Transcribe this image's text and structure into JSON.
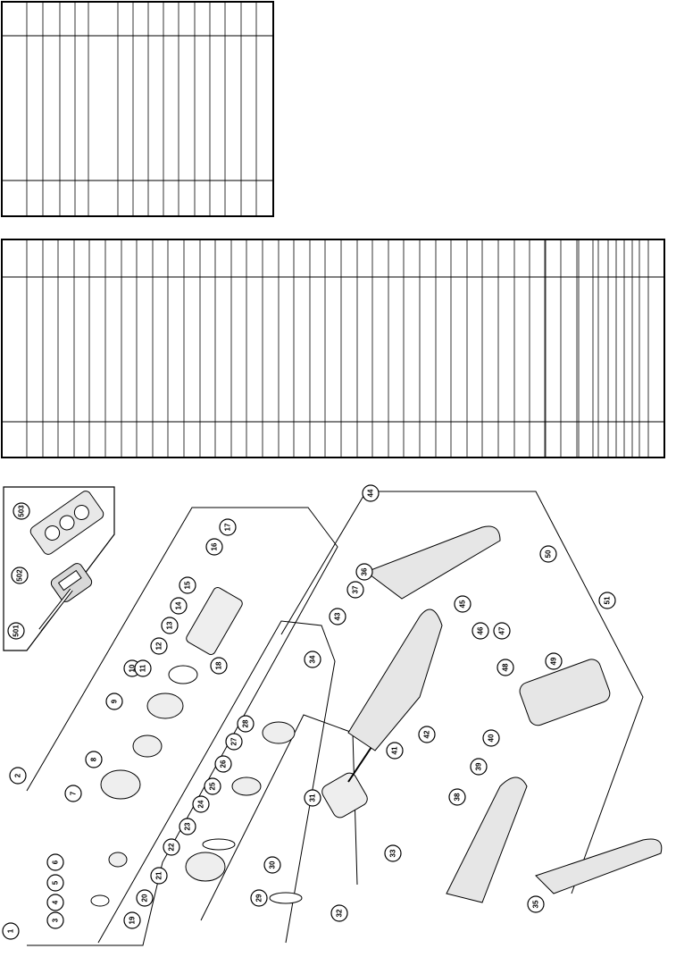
{
  "labels": [
    "1",
    "2",
    "3",
    "4",
    "5",
    "6",
    "7",
    "8",
    "9",
    "10",
    "11",
    "12",
    "13",
    "14",
    "15",
    "16",
    "17",
    "18",
    "19",
    "20",
    "21",
    "22",
    "23",
    "24",
    "25",
    "26",
    "27",
    "28",
    "29",
    "30",
    "31",
    "32",
    "33",
    "34",
    "35",
    "36",
    "37",
    "38",
    "39",
    "40",
    "41",
    "42",
    "43",
    "44",
    "45",
    "46",
    "47",
    "48",
    "49",
    "50",
    "51",
    "501",
    "502",
    "503"
  ]
}
